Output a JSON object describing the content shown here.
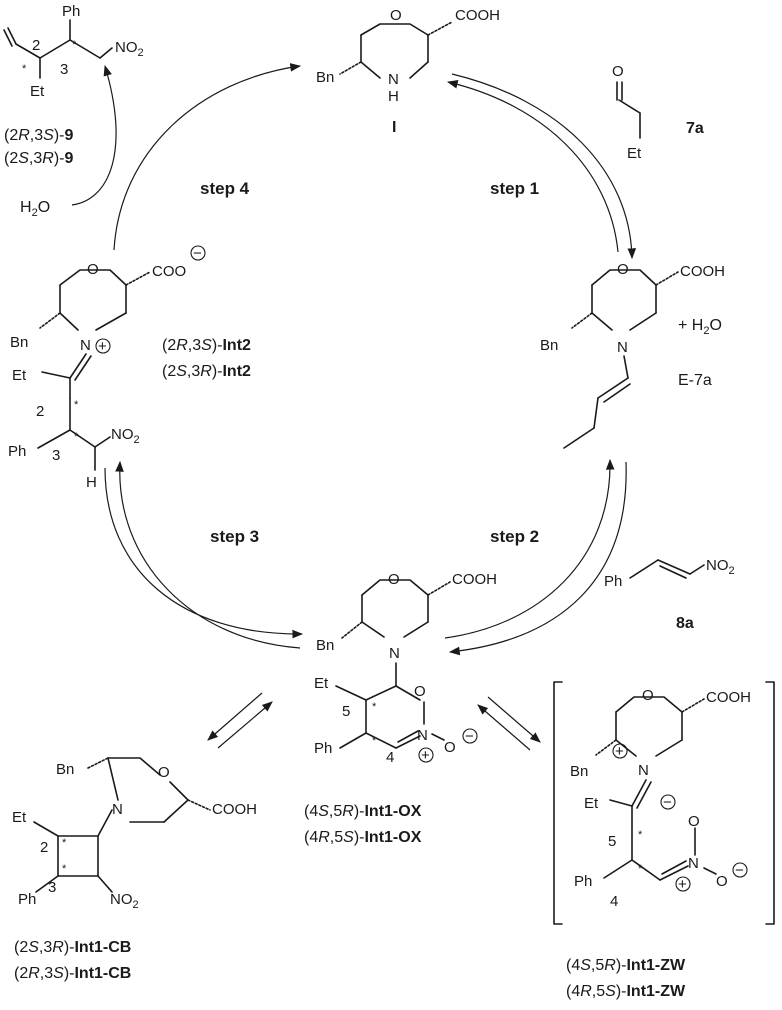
{
  "atoms": {
    "O": "O",
    "N": "N",
    "H": "H",
    "Bn": "Bn",
    "Et": "Et",
    "Ph": "Ph",
    "COOH": "COOH",
    "COO": "COO",
    "NO2": "NO",
    "sub2": "2",
    "star": "*",
    "plus": "+",
    "minus": "−",
    "n2": "2",
    "n3": "3",
    "n4": "4",
    "n5": "5"
  },
  "compounds": {
    "catalyst": "I",
    "aldehyde": "7a",
    "enamine": "E-7a",
    "nitrostyrene": "8a",
    "water_plus": "+ H",
    "water_o": "O",
    "water_left": "H",
    "water_left_o": "O"
  },
  "steps": {
    "s1": "step 1",
    "s2": "step 2",
    "s3": "step 3",
    "s4": "step 4"
  },
  "labels": {
    "p9_a_pre": "(2",
    "p9_a_R": "R",
    "p9_a_mid": ",3",
    "p9_a_S": "S",
    "p9_a_post": ")-",
    "p9_a_bold": "9",
    "p9_b_pre": "(2",
    "p9_b_S": "S",
    "p9_b_mid": ",3",
    "p9_b_R": "R",
    "p9_b_post": ")-",
    "p9_b_bold": "9",
    "int2_a_pre": "(2",
    "int2_a_R": "R",
    "int2_a_mid": ",3",
    "int2_a_S": "S",
    "int2_a_post": ")-",
    "int2_a_bold": "Int2",
    "int2_b_pre": "(2",
    "int2_b_S": "S",
    "int2_b_mid": ",3",
    "int2_b_R": "R",
    "int2_b_post": ")-",
    "int2_b_bold": "Int2",
    "ox_a_pre": "(4",
    "ox_a_S": "S",
    "ox_a_mid": ",5",
    "ox_a_R": "R",
    "ox_a_post": ")-",
    "ox_a_bold": "Int1-OX",
    "ox_b_pre": "(4",
    "ox_b_R": "R",
    "ox_b_mid": ",5",
    "ox_b_S": "S",
    "ox_b_post": ")-",
    "ox_b_bold": "Int1-OX",
    "cb_a_pre": "(2",
    "cb_a_S": "S",
    "cb_a_mid": ",3",
    "cb_a_R": "R",
    "cb_a_post": ")-",
    "cb_a_bold": "Int1-CB",
    "cb_b_pre": "(2",
    "cb_b_R": "R",
    "cb_b_mid": ",3",
    "cb_b_S": "S",
    "cb_b_post": ")-",
    "cb_b_bold": "Int1-CB",
    "zw_a_pre": "(4",
    "zw_a_S": "S",
    "zw_a_mid": ",5",
    "zw_a_R": "R",
    "zw_a_post": ")-",
    "zw_a_bold": "Int1-ZW",
    "zw_b_pre": "(4",
    "zw_b_R": "R",
    "zw_b_mid": ",5",
    "zw_b_S": "S",
    "zw_b_post": ")-",
    "zw_b_bold": "Int1-ZW"
  }
}
